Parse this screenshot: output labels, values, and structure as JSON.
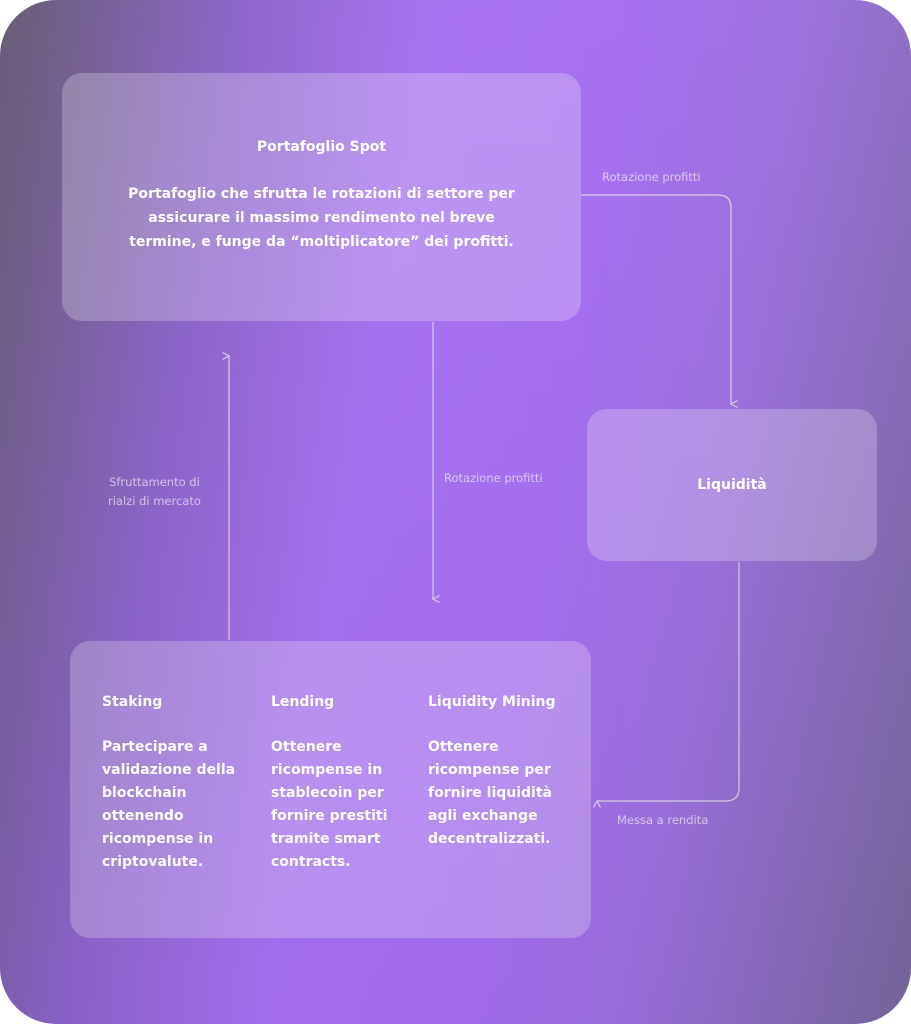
{
  "boxes": {
    "spot": {
      "title": "Portafoglio Spot",
      "description": "Portafoglio che sfrutta le rotazioni di settore per assicurare il massimo rendimento nel breve termine, e funge da “moltiplicatore” dei profitti."
    },
    "liquidity": {
      "title": "Liquidità"
    },
    "yield": {
      "columns": [
        {
          "title": "Staking",
          "description": "Partecipare a validazione della blockchain ottenendo ricompense in criptovalute."
        },
        {
          "title": "Lending",
          "description": "Ottenere ricompense in stablecoin per fornire prestiti tramite smart contracts."
        },
        {
          "title": "Liquidity Mining",
          "description": "Ottenere ricompense per fornire liquidità agli exchange decentralizzati."
        }
      ]
    }
  },
  "edges": {
    "spot_to_liquidity": "Rotazione profitti",
    "spot_to_yield": "Rotazione profitti",
    "yield_to_spot_line1": "Sfruttamento di",
    "yield_to_spot_line2": "rialzi di mercato",
    "liquidity_to_yield": "Messa a rendita"
  },
  "colors": {
    "background_mid": "#a56ff0",
    "background_edge": "#63586f",
    "box_fill": "rgba(255,255,255,0.24)",
    "line": "#d9cfe6"
  }
}
